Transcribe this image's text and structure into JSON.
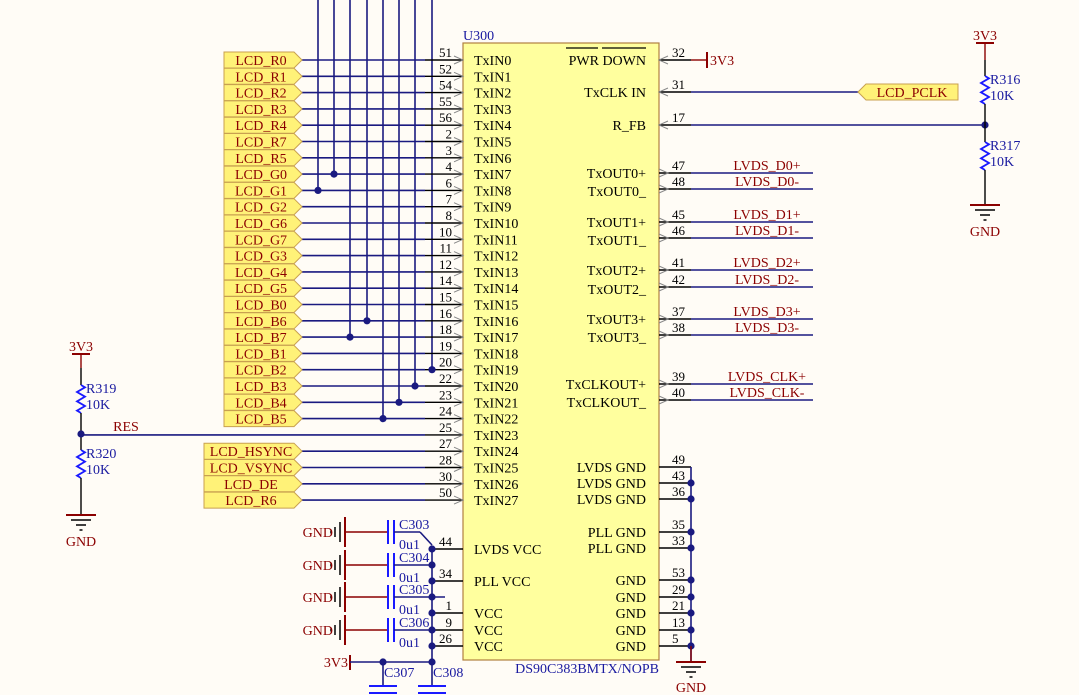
{
  "component": {
    "designator": "U300",
    "part_number": "DS90C383BMTX/NOPB"
  },
  "left_pins": [
    {
      "num": "51",
      "name": "TxIN0",
      "label": "LCD_R0"
    },
    {
      "num": "52",
      "name": "TxIN1",
      "label": "LCD_R1"
    },
    {
      "num": "54",
      "name": "TxIN2",
      "label": "LCD_R2"
    },
    {
      "num": "55",
      "name": "TxIN3",
      "label": "LCD_R3"
    },
    {
      "num": "56",
      "name": "TxIN4",
      "label": "LCD_R4"
    },
    {
      "num": "2",
      "name": "TxIN5",
      "label": "LCD_R7"
    },
    {
      "num": "3",
      "name": "TxIN6",
      "label": "LCD_R5"
    },
    {
      "num": "4",
      "name": "TxIN7",
      "label": "LCD_G0"
    },
    {
      "num": "6",
      "name": "TxIN8",
      "label": "LCD_G1"
    },
    {
      "num": "7",
      "name": "TxIN9",
      "label": "LCD_G2"
    },
    {
      "num": "8",
      "name": "TxIN10",
      "label": "LCD_G6"
    },
    {
      "num": "10",
      "name": "TxIN11",
      "label": "LCD_G7"
    },
    {
      "num": "11",
      "name": "TxIN12",
      "label": "LCD_G3"
    },
    {
      "num": "12",
      "name": "TxIN13",
      "label": "LCD_G4"
    },
    {
      "num": "14",
      "name": "TxIN14",
      "label": "LCD_G5"
    },
    {
      "num": "15",
      "name": "TxIN15",
      "label": "LCD_B0"
    },
    {
      "num": "16",
      "name": "TxIN16",
      "label": "LCD_B6"
    },
    {
      "num": "18",
      "name": "TxIN17",
      "label": "LCD_B7"
    },
    {
      "num": "19",
      "name": "TxIN18",
      "label": "LCD_B1"
    },
    {
      "num": "20",
      "name": "TxIN19",
      "label": "LCD_B2"
    },
    {
      "num": "22",
      "name": "TxIN20",
      "label": "LCD_B3"
    },
    {
      "num": "23",
      "name": "TxIN21",
      "label": "LCD_B4"
    },
    {
      "num": "24",
      "name": "TxIN22",
      "label": "LCD_B5"
    },
    {
      "num": "25",
      "name": "TxIN23",
      "label": ""
    },
    {
      "num": "27",
      "name": "TxIN24",
      "label": "LCD_HSYNC"
    },
    {
      "num": "28",
      "name": "TxIN25",
      "label": "LCD_VSYNC"
    },
    {
      "num": "30",
      "name": "TxIN26",
      "label": "LCD_DE"
    },
    {
      "num": "50",
      "name": "TxIN27",
      "label": "LCD_R6"
    }
  ],
  "power_pins": [
    {
      "num": "44",
      "name": "LVDS VCC"
    },
    {
      "num": "34",
      "name": "PLL VCC"
    },
    {
      "num": "1",
      "name": "VCC"
    },
    {
      "num": "9",
      "name": "VCC"
    },
    {
      "num": "26",
      "name": "VCC"
    }
  ],
  "right_top_pins": [
    {
      "num": "32",
      "name": "PWR DOWN",
      "net": "3V3"
    },
    {
      "num": "31",
      "name": "TxCLK IN",
      "net": "LCD_PCLK"
    },
    {
      "num": "17",
      "name": "R_FB",
      "net": ""
    }
  ],
  "lvds_pins": [
    {
      "num": "47",
      "name": "TxOUT0+",
      "net": "LVDS_D0+"
    },
    {
      "num": "48",
      "name": "TxOUT0_",
      "net": "LVDS_D0-"
    },
    {
      "num": "45",
      "name": "TxOUT1+",
      "net": "LVDS_D1+"
    },
    {
      "num": "46",
      "name": "TxOUT1_",
      "net": "LVDS_D1-"
    },
    {
      "num": "41",
      "name": "TxOUT2+",
      "net": "LVDS_D2+"
    },
    {
      "num": "42",
      "name": "TxOUT2_",
      "net": "LVDS_D2-"
    },
    {
      "num": "37",
      "name": "TxOUT3+",
      "net": "LVDS_D3+"
    },
    {
      "num": "38",
      "name": "TxOUT3_",
      "net": "LVDS_D3-"
    },
    {
      "num": "39",
      "name": "TxCLKOUT+",
      "net": "LVDS_CLK+"
    },
    {
      "num": "40",
      "name": "TxCLKOUT_",
      "net": "LVDS_CLK-"
    }
  ],
  "gnd_pins": [
    {
      "num": "49",
      "name": "LVDS GND"
    },
    {
      "num": "43",
      "name": "LVDS GND"
    },
    {
      "num": "36",
      "name": "LVDS GND"
    },
    {
      "num": "35",
      "name": "PLL GND"
    },
    {
      "num": "33",
      "name": "PLL GND"
    },
    {
      "num": "53",
      "name": "GND"
    },
    {
      "num": "29",
      "name": "GND"
    },
    {
      "num": "21",
      "name": "GND"
    },
    {
      "num": "13",
      "name": "GND"
    },
    {
      "num": "5",
      "name": "GND"
    }
  ],
  "resistors": {
    "r316": {
      "ref": "R316",
      "value": "10K"
    },
    "r317": {
      "ref": "R317",
      "value": "10K"
    },
    "r319": {
      "ref": "R319",
      "value": "10K"
    },
    "r320": {
      "ref": "R320",
      "value": "10K"
    }
  },
  "capacitors": [
    {
      "ref": "C303",
      "value": "0u1"
    },
    {
      "ref": "C304",
      "value": "0u1"
    },
    {
      "ref": "C305",
      "value": "0u1"
    },
    {
      "ref": "C306",
      "value": "0u1"
    },
    {
      "ref": "C307",
      "value": ""
    },
    {
      "ref": "C308",
      "value": ""
    }
  ],
  "nets": {
    "res": "RES",
    "pwr_3v3": "3V3",
    "gnd": "GND",
    "pclk": "LCD_PCLK"
  }
}
